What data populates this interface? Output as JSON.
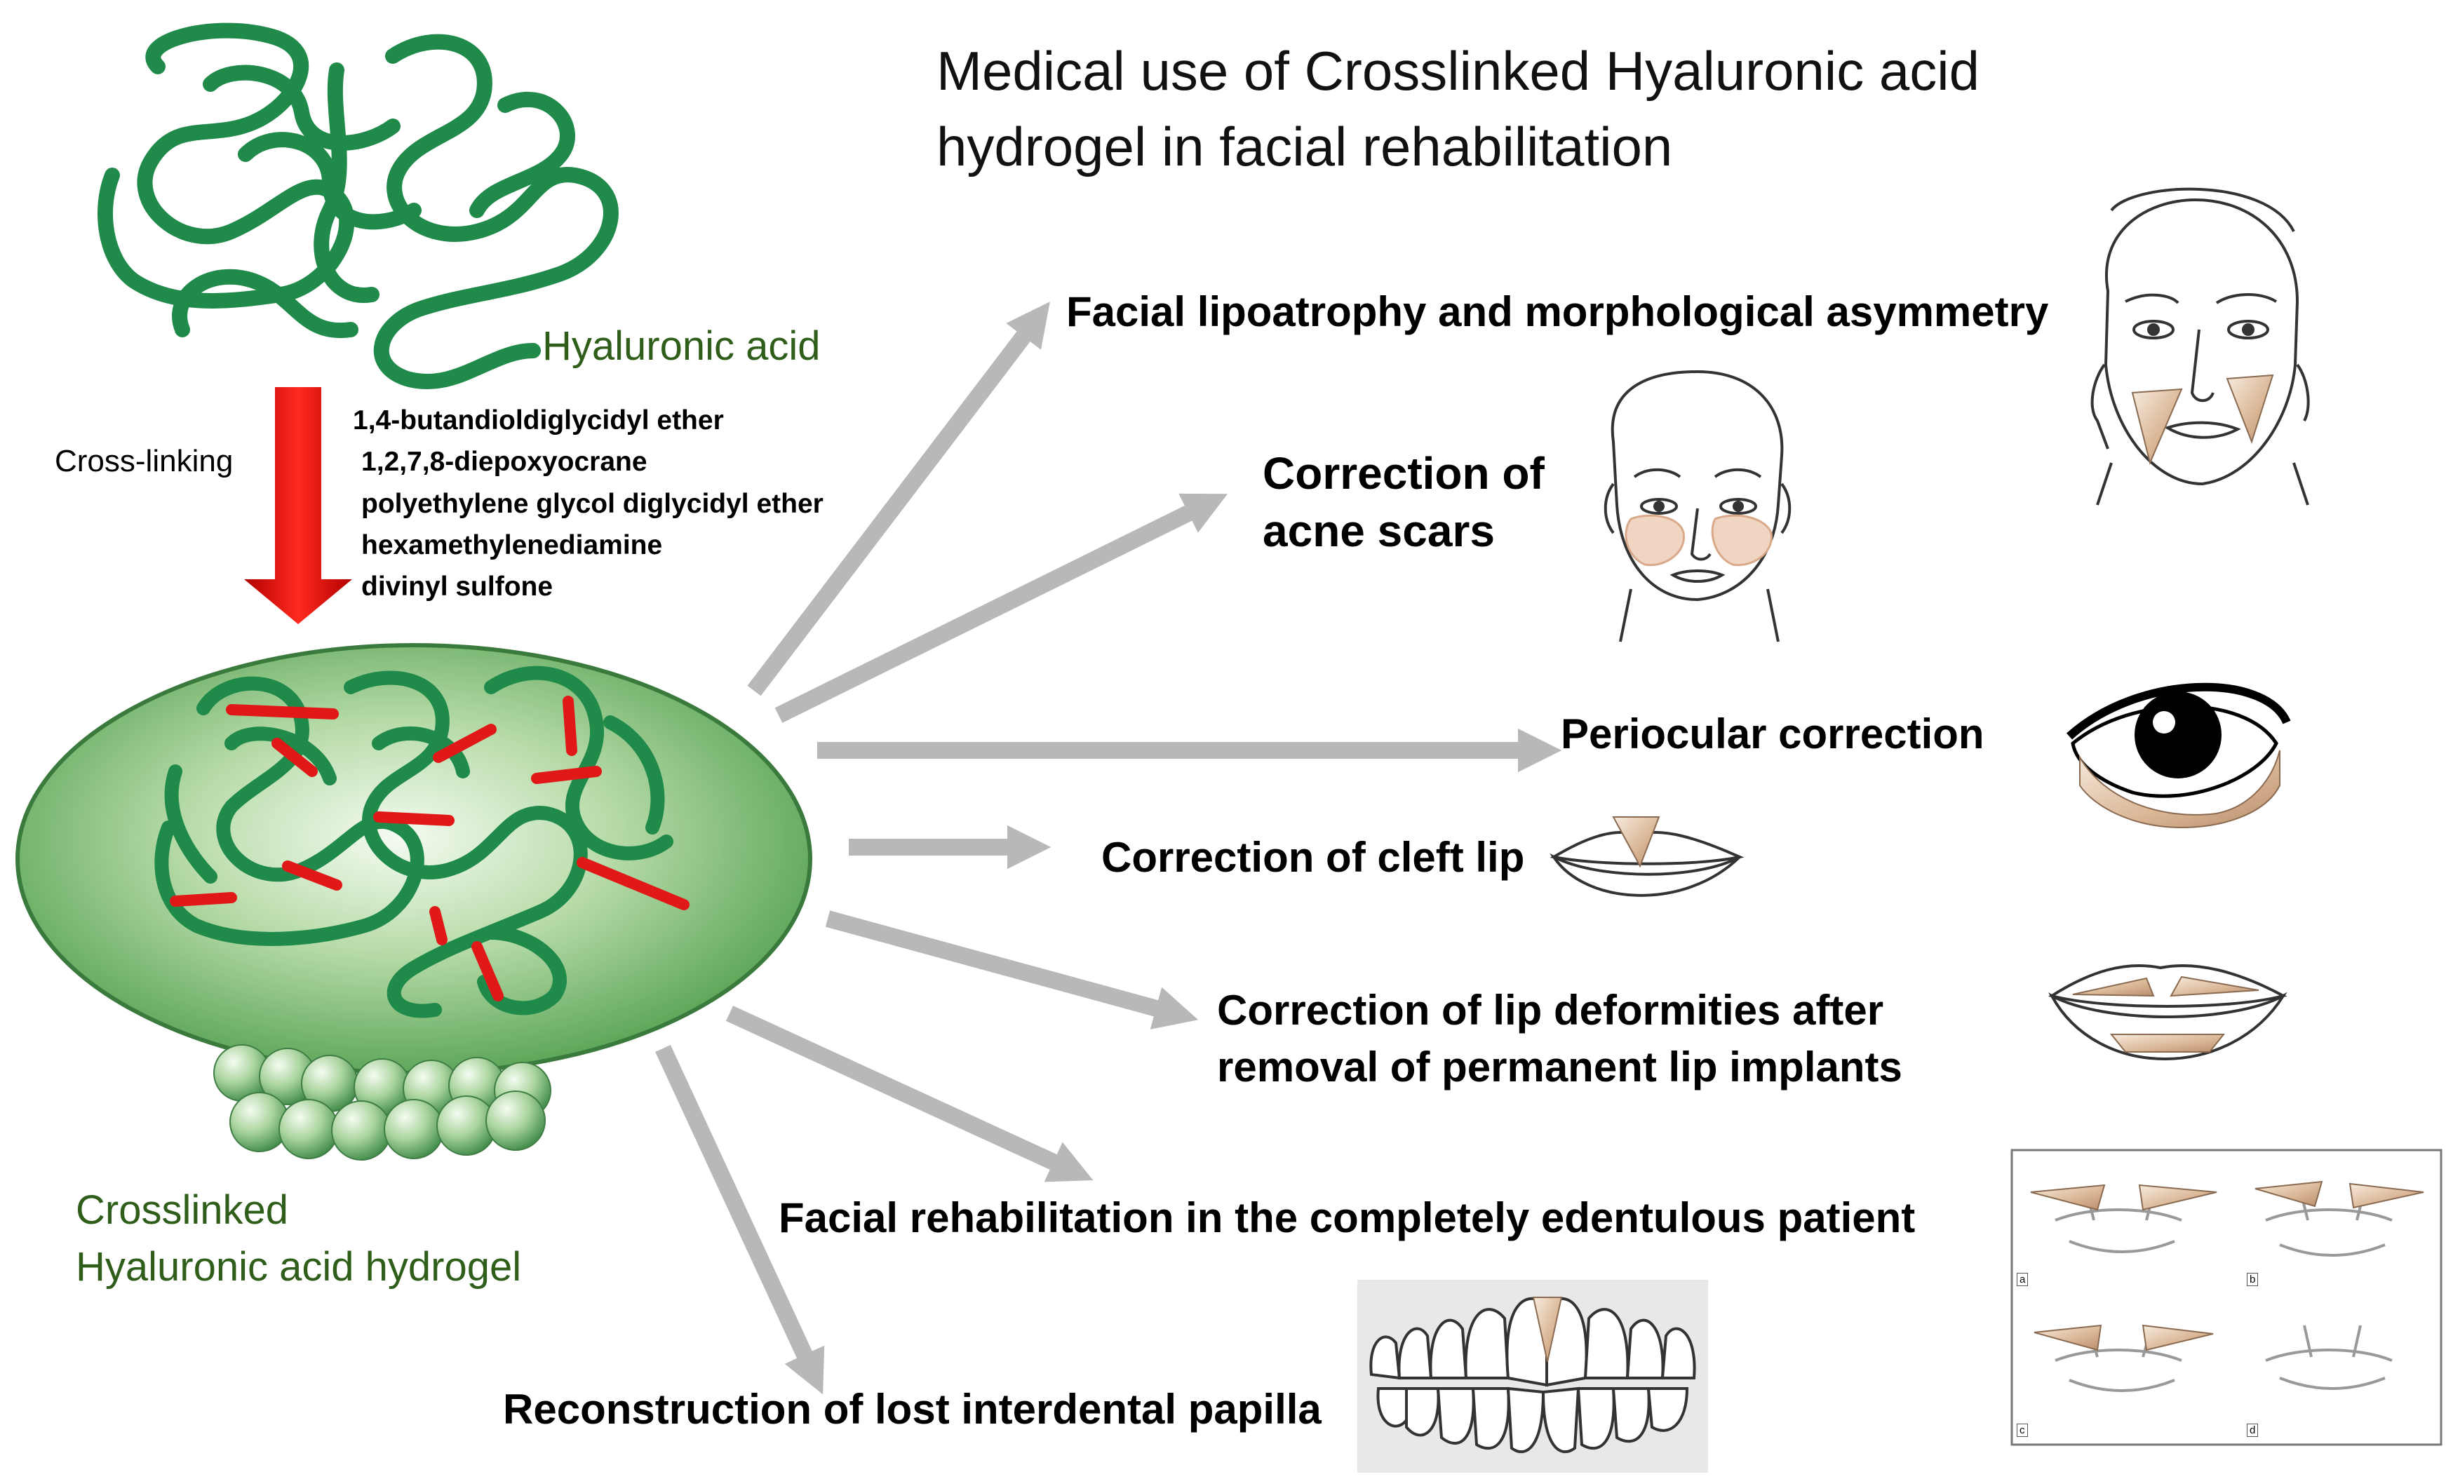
{
  "title": "Medical use of  Crosslinked Hyaluronic acid hydrogel in facial rehabilitation",
  "hyaluronic_acid_label": "Hyaluronic acid",
  "cross_linking_label": "Cross-linking",
  "crosslinkers": [
    "1,4-butandioldiglycidyl ether",
    "1,2,7,8-diepoxyocrane",
    "polyethylene glycol diglycidyl ether",
    "hexamethylenediamine",
    "divinyl sulfone"
  ],
  "hydrogel_label": [
    "Crosslinked",
    "Hyaluronic acid hydrogel"
  ],
  "applications": [
    {
      "id": "lipoatrophy",
      "lines": [
        "Facial lipoatrophy and morphological asymmetry"
      ]
    },
    {
      "id": "acne",
      "lines": [
        "Correction of",
        "acne scars"
      ]
    },
    {
      "id": "periocular",
      "lines": [
        "Periocular correction"
      ]
    },
    {
      "id": "cleft",
      "lines": [
        "Correction of cleft lip"
      ]
    },
    {
      "id": "lip-deformities",
      "lines": [
        "Correction of lip deformities after",
        "removal of permanent lip implants"
      ]
    },
    {
      "id": "edentulous",
      "lines": [
        "Facial rehabilitation in the completely edentulous patient"
      ]
    },
    {
      "id": "papilla",
      "lines": [
        "Reconstruction of lost interdental papilla"
      ]
    }
  ],
  "panel_badges": [
    "a",
    "b",
    "c",
    "d"
  ],
  "colors": {
    "polymer_green": "#1f8a4a",
    "crosslink_red": "#e01818",
    "arrow_gray": "#b8b8b8",
    "label_green": "#2e5e1a",
    "filler_beige": "#e0c3a6"
  }
}
